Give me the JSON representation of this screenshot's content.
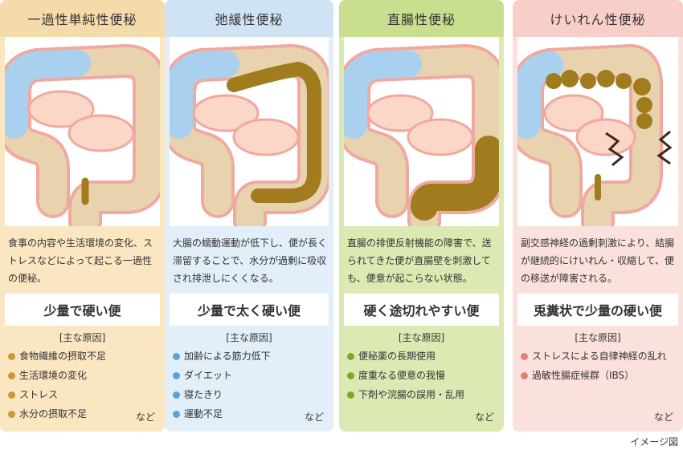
{
  "cards": [
    {
      "title": "一過性単純性便秘",
      "description": "食事の内容や生活環境の変化、ストレスなどによって起こる一過性の便秘。",
      "summary": "少量で硬い便",
      "causes_title": "[主な原因]",
      "causes": [
        "食物繊維の摂取不足",
        "生活環境の変化",
        "ストレス",
        "水分の摂取不足"
      ],
      "etc": "など"
    },
    {
      "title": "弛緩性便秘",
      "description": "大腸の蠕動運動が低下し、便が長く滞留することで、水分が過剰に吸収され排泄しにくくなる。",
      "summary": "少量で太く硬い便",
      "causes_title": "[主な原因]",
      "causes": [
        "加齢による筋力低下",
        "ダイエット",
        "寝たきり",
        "運動不足"
      ],
      "etc": "など"
    },
    {
      "title": "直腸性便秘",
      "description": "直腸の排便反射機能の障害で、送られてきた便が直腸壁を刺激しても、便意が起こらない状態。",
      "summary": "硬く途切れやすい便",
      "causes_title": "[主な原因]",
      "causes": [
        "便秘薬の長期使用",
        "度重なる便意の我慢",
        "下剤や浣腸の誤用・乱用"
      ],
      "etc": "など"
    },
    {
      "title": "けいれん性便秘",
      "description": "副交感神経の過剰刺激により、結腸が継続的にけいれん・収縮して、便の移送が障害される。",
      "summary": "兎糞状で少量の硬い便",
      "causes_title": "[主な原因]",
      "causes": [
        "ストレスによる自律神経の乱れ",
        "過敏性腸症候群（IBS）"
      ],
      "etc": "など"
    }
  ],
  "footer_note": "イメージ図",
  "colors": {
    "card1_bg": "#fbe6c2",
    "card2_bg": "#e2eef8",
    "card3_bg": "#dbeab3",
    "card4_bg": "#fbe1dd",
    "colon_outline": "#f0a9a0",
    "colon_fill": "#fbd7c8",
    "stool": "#a07c1f"
  }
}
